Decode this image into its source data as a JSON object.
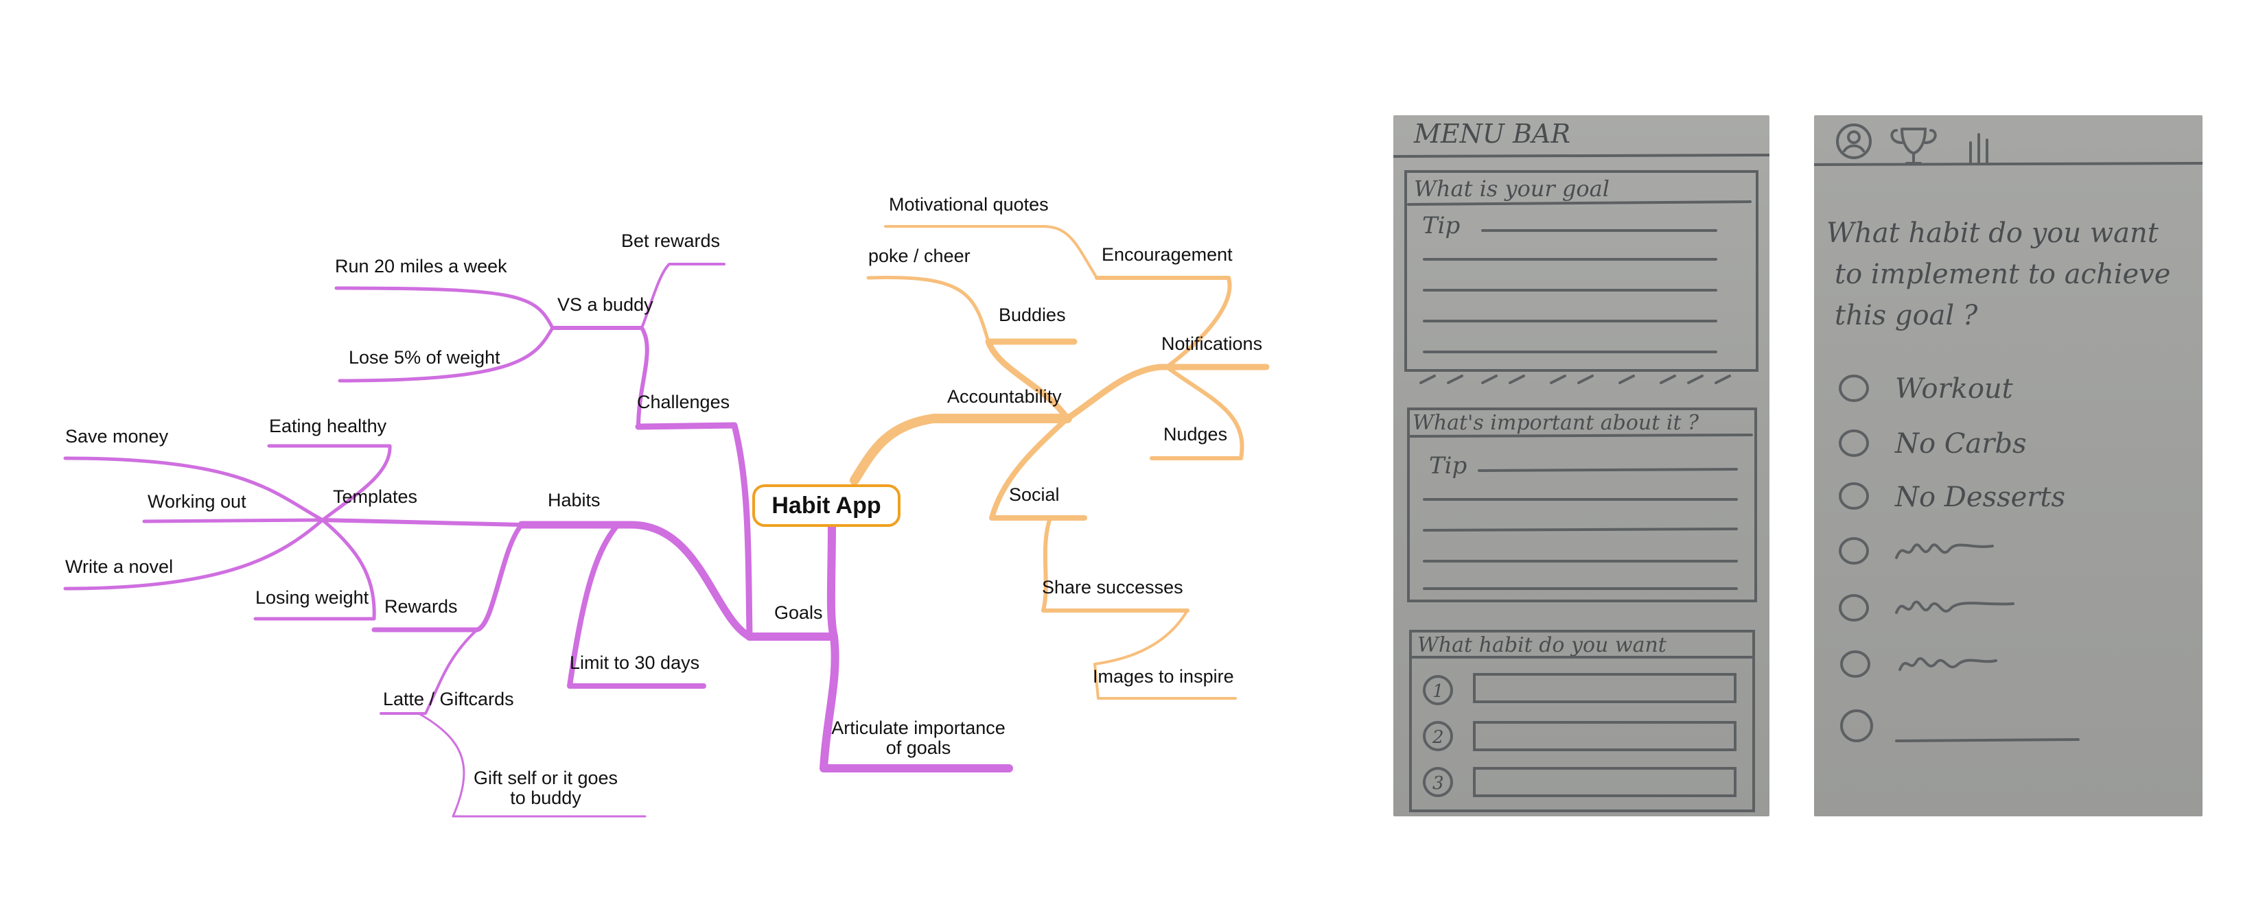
{
  "mindmap": {
    "center": "Habit App",
    "purple_color": "#cf6fe0",
    "orange_color": "#f7bf7c",
    "center_border_color": "#f0a020",
    "nodes": {
      "goals": "Goals",
      "habits": "Habits",
      "templates": "Templates",
      "save_money": "Save money",
      "eating_healthy": "Eating healthy",
      "working_out": "Working out",
      "write_novel": "Write a novel",
      "losing_weight": "Losing weight",
      "rewards": "Rewards",
      "latte": "Latte / Giftcards",
      "gift_self_1": "Gift  self  or  it  goes",
      "gift_self_2": "to  buddy",
      "limit_30": "Limit to 30 days",
      "challenges": "Challenges",
      "vs_buddy": "VS a buddy",
      "run_20": "Run 20 miles a week",
      "lose_5": "Lose 5% of weight",
      "bet_rewards": "Bet rewards",
      "articulate_1": "Articulate  importance",
      "articulate_2": "of  goals",
      "accountability": "Accountability",
      "buddies": "Buddies",
      "poke_cheer": "poke / cheer",
      "notifications": "Notifications",
      "encouragement": "Encouragement",
      "motivational_quotes": "Motivational quotes",
      "nudges": "Nudges",
      "social": "Social",
      "share_successes": "Share successes",
      "images_inspire": "Images to inspire"
    }
  },
  "sketch_goal": {
    "menu_bar": "MENU BAR",
    "q1": "What is your goal",
    "tip1": "Tip",
    "q2": "What's important about it ?",
    "tip2": "Tip",
    "q3": "What habit do you want",
    "n1": "1",
    "n2": "2",
    "n3": "3"
  },
  "sketch_habit": {
    "question_1": "What habit do you want",
    "question_2": "to implement to achieve",
    "question_3": "this goal ?",
    "option_1": "Workout",
    "option_2": "No Carbs",
    "option_3": "No Desserts",
    "option_4": "~~~",
    "option_5": "~~~",
    "option_6": "~~~"
  }
}
